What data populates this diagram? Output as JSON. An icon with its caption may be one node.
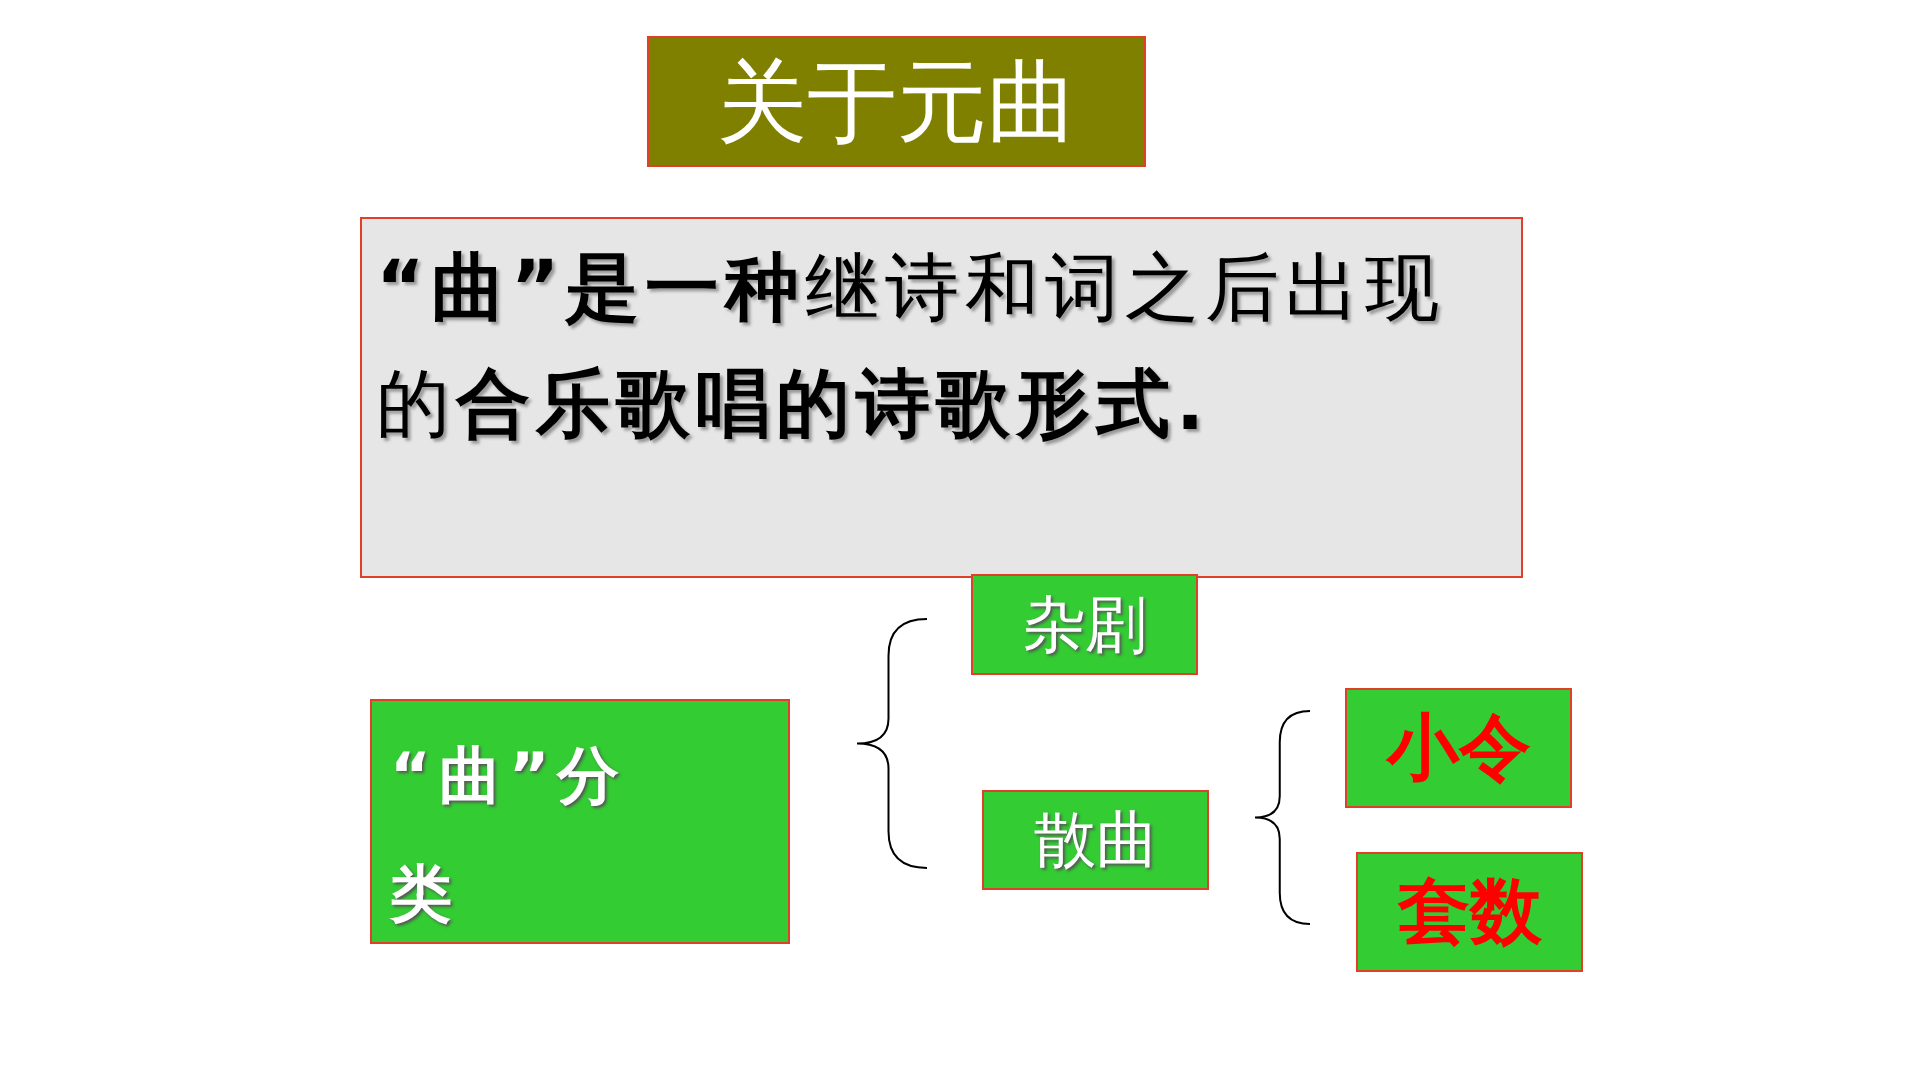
{
  "diagram": {
    "title": "关于元曲",
    "nodes": [
      {
        "text": [
          "**“曲”是一种**继诗和词之后出现的**合乐歌唱的诗歌形式.**"
        ]
      },
      {
        "text": [
          "“曲”分类"
        ]
      },
      {
        "text": [
          "杂剧"
        ]
      },
      {
        "text": [
          "散曲"
        ]
      },
      {
        "text": [
          "小令"
        ]
      },
      {
        "text": [
          "套数"
        ]
      }
    ]
  }
}
